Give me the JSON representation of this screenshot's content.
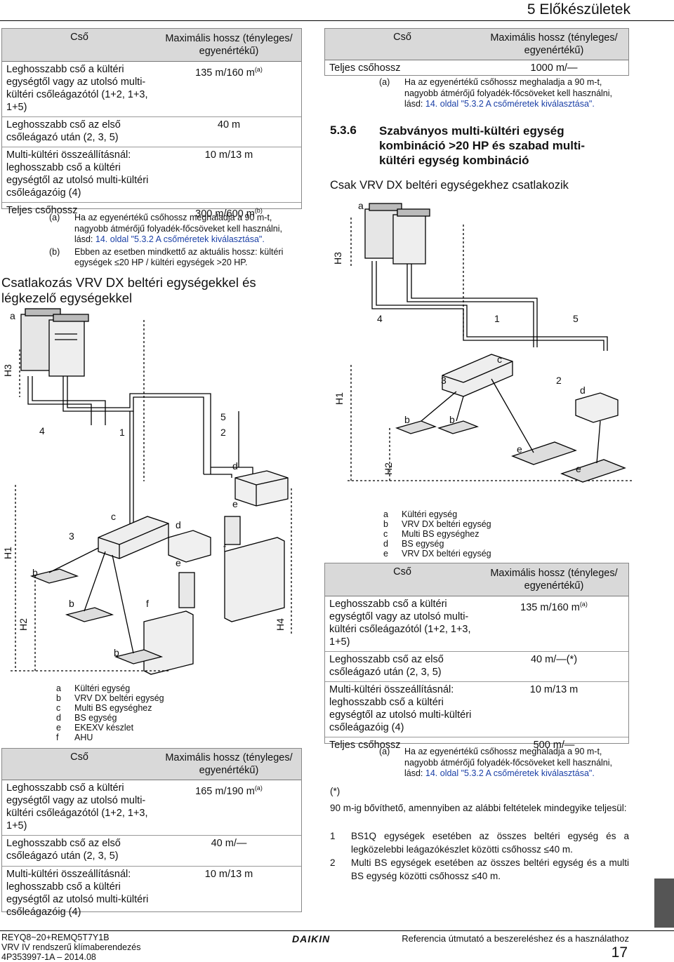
{
  "header": {
    "title": "5 Előkészületek"
  },
  "table1": {
    "col1": "Cső",
    "col2": "Maximális hossz (tényleges/ egyenértékű)",
    "rows": [
      {
        "label": "Leghosszabb cső a kültéri egységtől vagy az utolsó multi-kültéri csőleágazótól (1+2, 1+3, 1+5)",
        "value": "135 m/160 m",
        "sup": "(a)"
      },
      {
        "label": "Leghosszabb cső az első csőleágazó után (2, 3, 5)",
        "value": "40 m",
        "sup": ""
      },
      {
        "label": "Multi-kültéri összeállításnál: leghosszabb cső a kültéri egységtől az utolsó multi-kültéri csőleágazóig (4)",
        "value": "10 m/13 m",
        "sup": ""
      },
      {
        "label": "Teljes csőhossz",
        "value": "300 m/600 m",
        "sup": "(b)"
      }
    ],
    "notes": [
      {
        "tag": "(a)",
        "text": "Ha az egyenértékű csőhossz meghaladja a 90 m-t, nagyobb átmérőjű folyadék-főcsöveket kell használni, lásd:",
        "link": "14. oldal \"5.3.2 A csőméretek kiválasztása\"."
      },
      {
        "tag": "(b)",
        "text": "Ebben az esetben mindkettő az aktuális hossz: kültéri egységek ≤20 HP / kültéri egységek >20 HP.",
        "link": ""
      }
    ]
  },
  "section_left": {
    "title": "Csatlakozás VRV DX beltéri egységekkel és légkezelő egységekkel"
  },
  "diagram1": {
    "labels": {
      "a": "a",
      "b": "b",
      "c": "c",
      "d": "d",
      "e": "e",
      "f": "f",
      "n1": "1",
      "n2": "2",
      "n3": "3",
      "n4": "4",
      "n5": "5",
      "h1": "H1",
      "h2": "H2",
      "h3": "H3",
      "h4": "H4"
    },
    "legend": [
      {
        "k": "a",
        "v": "Kültéri egység"
      },
      {
        "k": "b",
        "v": "VRV DX beltéri egység"
      },
      {
        "k": "c",
        "v": "Multi BS egységhez"
      },
      {
        "k": "d",
        "v": "BS egység"
      },
      {
        "k": "e",
        "v": "EKEXV készlet"
      },
      {
        "k": "f",
        "v": "AHU"
      }
    ]
  },
  "table2": {
    "col1": "Cső",
    "col2": "Maximális hossz (tényleges/ egyenértékű)",
    "rows": [
      {
        "label": "Leghosszabb cső a kültéri egységtől vagy az utolsó multi-kültéri csőleágazótól (1+2, 1+3, 1+5)",
        "value": "165 m/190 m",
        "sup": "(a)"
      },
      {
        "label": "Leghosszabb cső az első csőleágazó után (2, 3, 5)",
        "value": "40 m/—",
        "sup": ""
      },
      {
        "label": "Multi-kültéri összeállításnál: leghosszabb cső a kültéri egységtől az utolsó multi-kültéri csőleágazóig (4)",
        "value": "10 m/13 m",
        "sup": ""
      }
    ]
  },
  "table3": {
    "col1": "Cső",
    "col2": "Maximális hossz (tényleges/ egyenértékű)",
    "row_label": "Teljes csőhossz",
    "row_value": "1000 m/—",
    "note_tag": "(a)",
    "note_text": "Ha az egyenértékű csőhossz meghaladja a 90 m-t, nagyobb átmérőjű folyadék-főcsöveket kell használni, lásd:",
    "note_link": "14. oldal \"5.3.2 A csőméretek kiválasztása\"."
  },
  "section_right": {
    "number": "5.3.6",
    "title": "Szabványos multi-kültéri egység kombináció >20 HP és szabad multi-kültéri egység kombináció",
    "subtitle": "Csak VRV DX beltéri egységekhez csatlakozik"
  },
  "diagram2": {
    "labels": {
      "a": "a",
      "b": "b",
      "c": "c",
      "d": "d",
      "e": "e",
      "n1": "1",
      "n2": "2",
      "n3": "3",
      "n4": "4",
      "n5": "5",
      "h1": "H1",
      "h2": "H2",
      "h3": "H3"
    },
    "legend": [
      {
        "k": "a",
        "v": "Kültéri egység"
      },
      {
        "k": "b",
        "v": "VRV DX beltéri egység"
      },
      {
        "k": "c",
        "v": "Multi BS egységhez"
      },
      {
        "k": "d",
        "v": "BS egység"
      },
      {
        "k": "e",
        "v": "VRV DX beltéri egység"
      }
    ]
  },
  "table4": {
    "col1": "Cső",
    "col2": "Maximális hossz (tényleges/ egyenértékű)",
    "rows": [
      {
        "label": "Leghosszabb cső a kültéri egységtől vagy az utolsó multi-kültéri csőleágazótól (1+2, 1+3, 1+5)",
        "value": "135 m/160 m",
        "sup": "(a)"
      },
      {
        "label": "Leghosszabb cső az első csőleágazó után (2, 3, 5)",
        "value": "40 m/—(*)",
        "sup": ""
      },
      {
        "label": "Multi-kültéri összeállításnál: leghosszabb cső a kültéri egységtől az utolsó multi-kültéri csőleágazóig (4)",
        "value": "10 m/13 m",
        "sup": ""
      },
      {
        "label": "Teljes csőhossz",
        "value": "500 m/—",
        "sup": ""
      }
    ],
    "note_tag": "(a)",
    "note_text": "Ha az egyenértékű csőhossz meghaladja a 90 m-t, nagyobb átmérőjű folyadék-főcsöveket kell használni, lásd:",
    "note_link": "14. oldal \"5.3.2 A csőméretek kiválasztása\".",
    "star_tag": "(*)"
  },
  "conditions": {
    "intro": "90 m-ig bővíthető, amennyiben az alábbi feltételek mindegyike teljesül:",
    "items": [
      {
        "n": "1",
        "t": "BS1Q egységek esetében az összes beltéri egység és a legközelebbi leágazókészlet közötti csőhossz ≤40 m."
      },
      {
        "n": "2",
        "t": "Multi BS egységek esetében az összes beltéri egység és a multi BS egység közötti csőhossz ≤40 m."
      }
    ]
  },
  "footer": {
    "line1": "REYQ8~20+REMQ5T7Y1B",
    "line2": "VRV IV rendszerű klímaberendezés",
    "line3": "4P353997-1A – 2014.08",
    "brand": "DAIKIN",
    "right": "Referencia útmutató a beszereléshez és a használathoz",
    "page": "17"
  }
}
